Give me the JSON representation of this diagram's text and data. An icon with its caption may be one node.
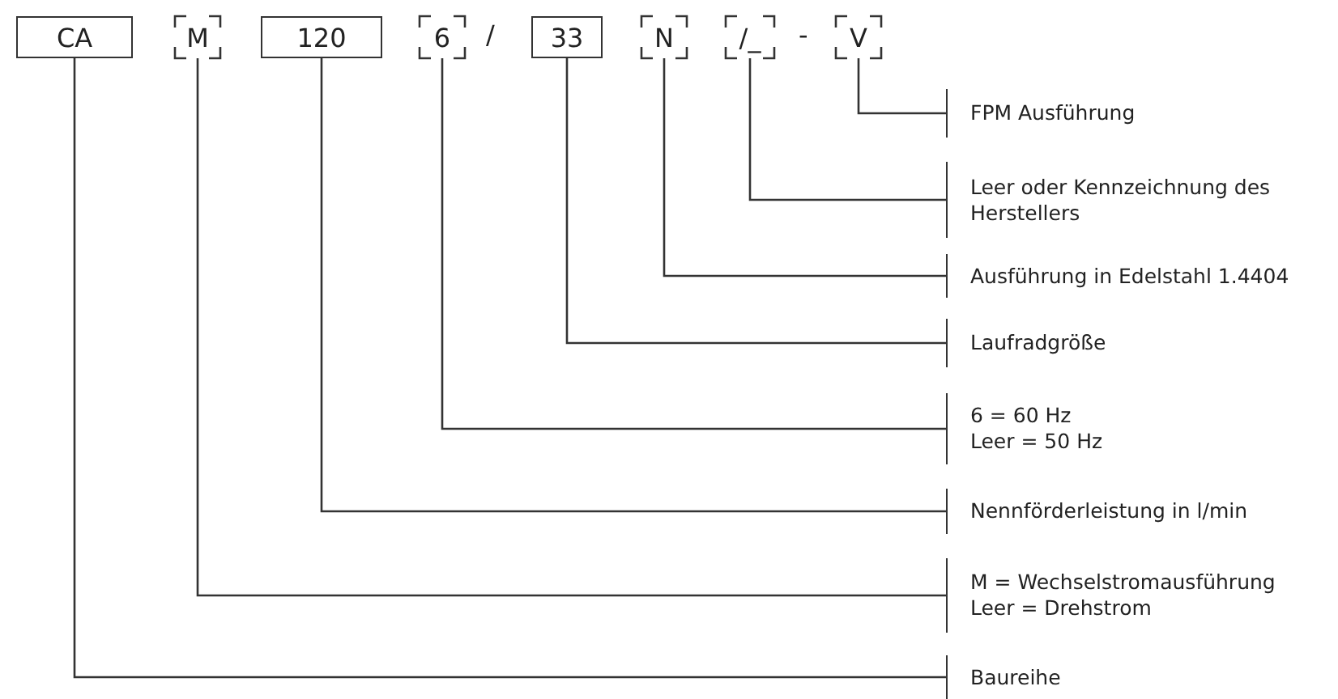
{
  "diagram": {
    "nodes": [
      {
        "text": [
          "CA"
        ]
      },
      {
        "text": [
          "M"
        ]
      },
      {
        "text": [
          "120"
        ]
      },
      {
        "text": [
          "6"
        ]
      },
      {
        "text": [
          "33"
        ]
      },
      {
        "text": [
          "N"
        ]
      },
      {
        "text": [
          "/_"
        ]
      },
      {
        "text": [
          "V"
        ]
      },
      {
        "text": [
          "FPM Ausführung"
        ]
      },
      {
        "text": [
          "Leer oder Kennzeichnung des Herstellers"
        ]
      },
      {
        "text": [
          "Ausführung in Edelstahl 1.4404"
        ]
      },
      {
        "text": [
          "Laufradgröße"
        ]
      },
      {
        "text": [
          "6 = 60 Hz",
          "Leer = 50 Hz"
        ]
      },
      {
        "text": [
          "Nennförderleistung in l/min"
        ]
      },
      {
        "text": [
          "M = Wechselstromausführung",
          "Leer = Drehstrom"
        ]
      },
      {
        "text": [
          "Baureihe"
        ]
      }
    ],
    "edges": [
      {
        "from": 7,
        "to": 8,
        "arrow": "none"
      },
      {
        "from": 6,
        "to": 9,
        "arrow": "none"
      },
      {
        "from": 5,
        "to": 10,
        "arrow": "none"
      },
      {
        "from": 4,
        "to": 11,
        "arrow": "none"
      },
      {
        "from": 3,
        "to": 12,
        "arrow": "none"
      },
      {
        "from": 2,
        "to": 13,
        "arrow": "none"
      },
      {
        "from": 1,
        "to": 14,
        "arrow": "none"
      },
      {
        "from": 0,
        "to": 15,
        "arrow": "none"
      }
    ],
    "labels": [
      "/",
      "-"
    ]
  }
}
